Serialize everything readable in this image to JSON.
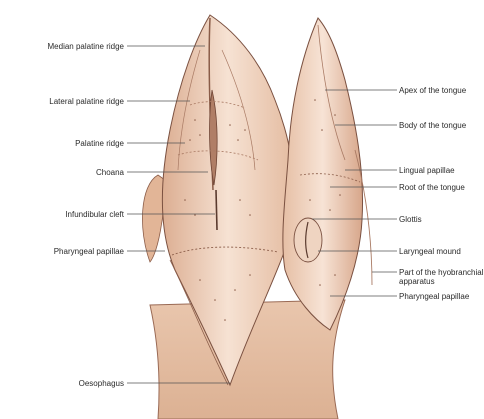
{
  "labels_left": [
    {
      "id": "median-palatine-ridge",
      "text": "Median palatine ridge"
    },
    {
      "id": "lateral-palatine-ridge",
      "text": "Lateral palatine ridge"
    },
    {
      "id": "palatine-ridge",
      "text": "Palatine ridge"
    },
    {
      "id": "choana",
      "text": "Choana"
    },
    {
      "id": "infundibular-cleft",
      "text": "Infundibular cleft"
    },
    {
      "id": "pharyngeal-papillae-left",
      "text": "Pharyngeal papillae"
    },
    {
      "id": "oesophagus",
      "text": "Oesophagus"
    }
  ],
  "labels_right": [
    {
      "id": "apex-of-the-tongue",
      "text": "Apex of the tongue"
    },
    {
      "id": "body-of-the-tongue",
      "text": "Body of the tongue"
    },
    {
      "id": "lingual-papillae",
      "text": "Lingual papillae"
    },
    {
      "id": "root-of-the-tongue",
      "text": "Root of the tongue"
    },
    {
      "id": "glottis",
      "text": "Glottis"
    },
    {
      "id": "laryngeal-mound",
      "text": "Laryngeal mound"
    },
    {
      "id": "hyobranchial-line1",
      "text": "Part of the hyobranchial"
    },
    {
      "id": "hyobranchial-line2",
      "text": "apparatus"
    },
    {
      "id": "pharyngeal-papillae-right",
      "text": "Pharyngeal papillae"
    }
  ],
  "colors": {
    "tissue_light": "#f3dccb",
    "tissue_mid": "#e8c2a8",
    "tissue_dark": "#c99478",
    "outline": "#7a5040",
    "leader": "#555555"
  }
}
